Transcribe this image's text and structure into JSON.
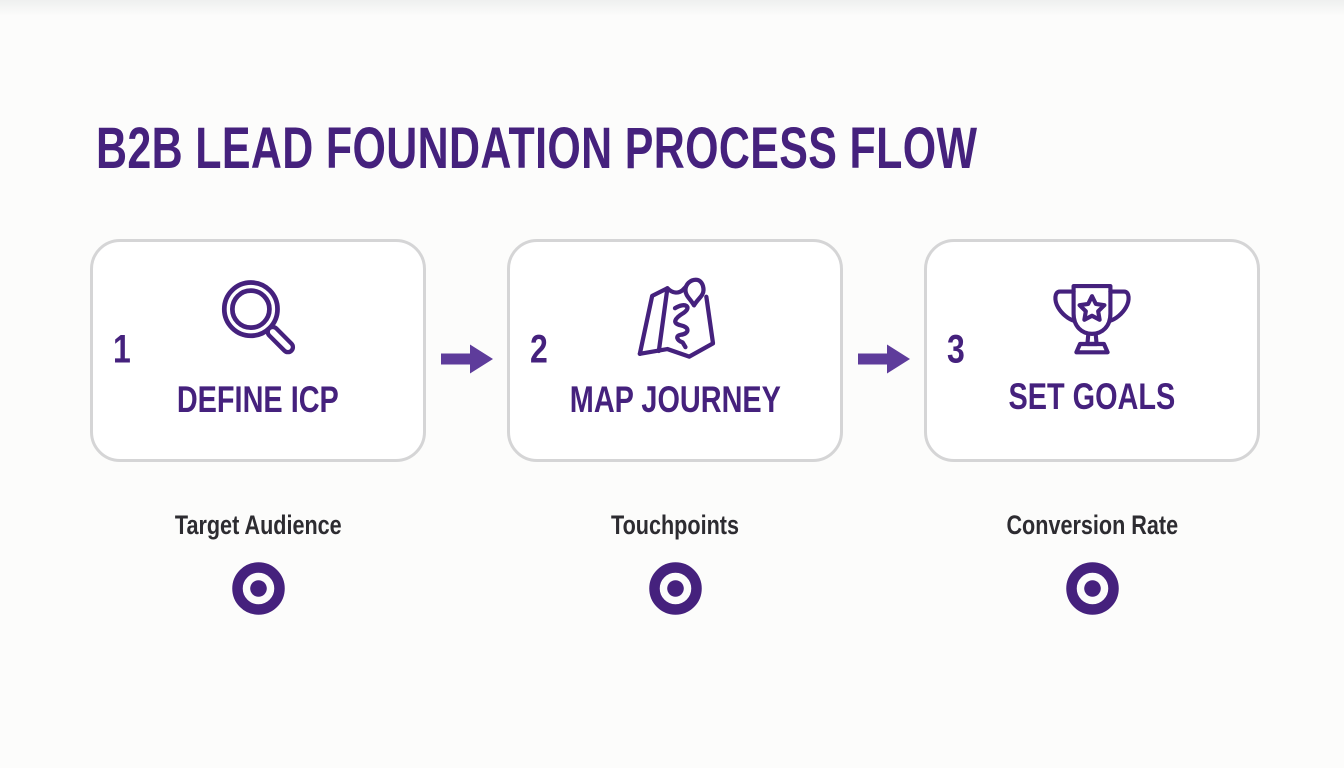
{
  "title": "B2B LEAD FOUNDATION PROCESS FLOW",
  "colors": {
    "deep_purple": "#45217d",
    "arrow_purple": "#5e3c9b",
    "card_border": "#d5d5d6",
    "background": "#fcfcfb",
    "label_dark": "#2d2c31"
  },
  "steps": [
    {
      "number": "1",
      "title": "DEFINE ICP",
      "icon": "magnifier-icon",
      "metric_label": "Target Audience",
      "metric_icon": "target-icon"
    },
    {
      "number": "2",
      "title": "MAP JOURNEY",
      "icon": "map-icon",
      "metric_label": "Touchpoints",
      "metric_icon": "target-icon"
    },
    {
      "number": "3",
      "title": "SET GOALS",
      "icon": "trophy-icon",
      "metric_label": "Conversion Rate",
      "metric_icon": "target-icon"
    }
  ],
  "connectors": [
    {
      "icon": "right-arrow-icon"
    },
    {
      "icon": "right-arrow-icon"
    }
  ]
}
